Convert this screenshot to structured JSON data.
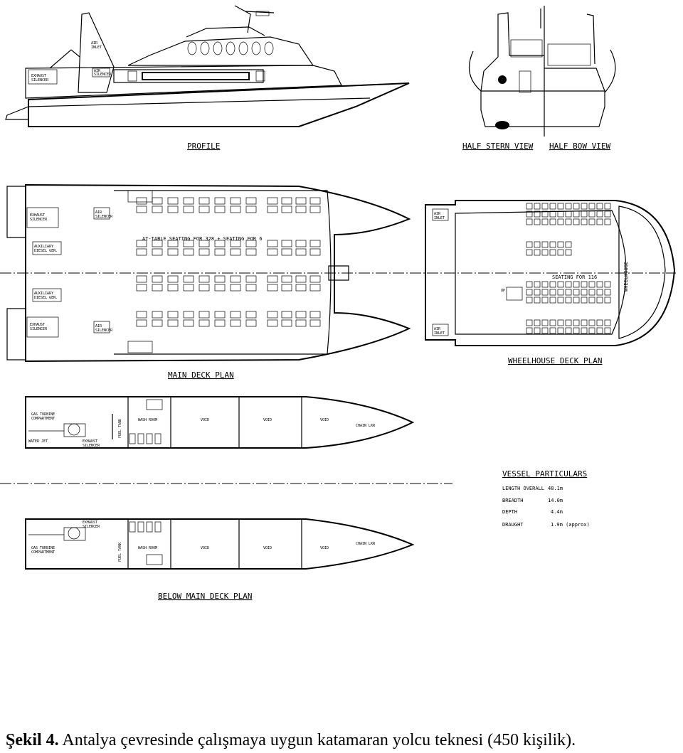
{
  "drawing_titles": {
    "profile": "PROFILE",
    "half_stern_view": "HALF STERN VIEW",
    "half_bow_view": "HALF BOW VIEW",
    "main_deck_plan": "MAIN DECK PLAN",
    "wheelhouse_deck_plan": "WHEELHOUSE DECK PLAN",
    "below_main_deck_plan": "BELOW MAIN DECK PLAN"
  },
  "labels": {
    "air_inlet": "AIR INLET",
    "exhaust_silencer": "EXHAUST SILENCER",
    "air_silencer": "AIR SILENCER",
    "aux_gen": "AUXILIARY DIESEL GEN.",
    "seating_main": "AT-TABLE SEATING FOR 328 + SEATING FOR 6",
    "seating_wheelhouse": "SEATING FOR 116",
    "wheelhouse": "WHEELHOUSE",
    "up": "UP",
    "gas_turbine": "GAS TURBINE",
    "compartment": "COMPARTMENT",
    "water_jet": "WATER JET",
    "fuel_tank": "FUEL TANK",
    "wash_room": "WASH ROOM",
    "void": "VOID",
    "chain_lkr": "CHAIN LKR",
    "exhaust_silencer_2": "EXHAUST SILENCER"
  },
  "vessel_particulars": {
    "title": "VESSEL PARTICULARS",
    "rows": [
      {
        "name": "LENGTH OVERALL",
        "value": "48.1m"
      },
      {
        "name": "BREADTH",
        "value": "14.0m"
      },
      {
        "name": "DEPTH",
        "value": "4.4m"
      },
      {
        "name": "DRAUGHT",
        "value": "1.9m (approx)"
      }
    ]
  },
  "caption": {
    "label": "Şekil 4.",
    "text": "Antalya çevresinde çalışmaya uygun katamaran yolcu teknesi (450 kişilik)."
  }
}
